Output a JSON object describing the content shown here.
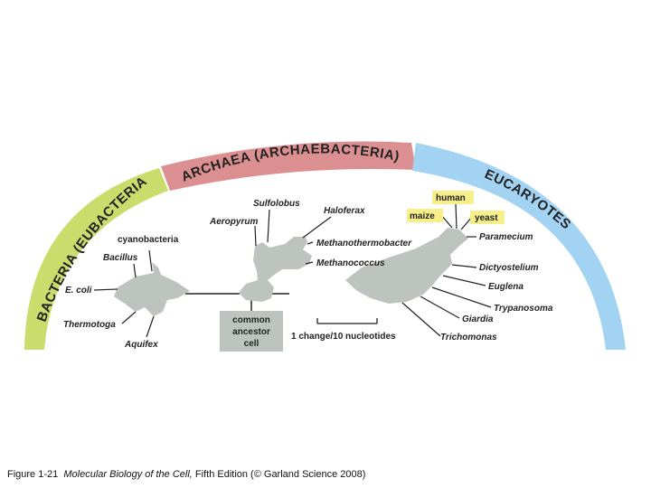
{
  "domains": {
    "bacteria": "BACTERIA (EUBACTERIA)",
    "archaea": "ARCHAEA (ARCHAEBACTERIA)",
    "eucaryotes": "EUCARYOTES"
  },
  "colors": {
    "bacteria": "#c9dc6c",
    "archaea": "#dc8f90",
    "eucaryotes": "#a3d3f2",
    "tree": "#bdc4bf",
    "highlight": "#f7ef8a"
  },
  "bacteria_labels": {
    "cyanobacteria": "cyanobacteria",
    "bacillus": "Bacillus",
    "ecoli": "E. coli",
    "thermotoga": "Thermotoga",
    "aquifex": "Aquifex"
  },
  "archaea_labels": {
    "sulfolobus": "Sulfolobus",
    "haloferax": "Haloferax",
    "aeropyrum": "Aeropyrum",
    "methanothermobacter": "Methanothermobacter",
    "methanococcus": "Methanococcus"
  },
  "eucaryote_labels": {
    "human": "human",
    "maize": "maize",
    "yeast": "yeast",
    "paramecium": "Paramecium",
    "dictyostelium": "Dictyostelium",
    "euglena": "Euglena",
    "trypanosoma": "Trypanosoma",
    "giardia": "Giardia",
    "trichomonas": "Trichomonas"
  },
  "ancestor": {
    "line1": "common",
    "line2": "ancestor",
    "line3": "cell"
  },
  "scale": {
    "label": "1 change/10 nucleotides"
  },
  "caption": {
    "figure": "Figure 1-21",
    "book": "Molecular Biology of the Cell,",
    "rest": "Fifth Edition (© Garland Science 2008)"
  }
}
